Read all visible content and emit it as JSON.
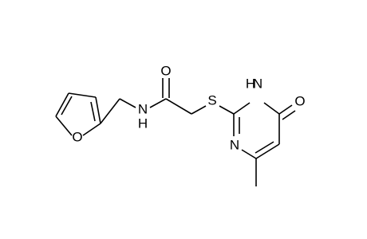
{
  "molecule": {
    "atoms": {
      "furan_o": "O",
      "amide_n": "N",
      "amide_nh": "H",
      "carbonyl_o": "O",
      "thioether_s": "S",
      "ring_nh_h": "H",
      "ring_nh_n": "N",
      "ring_n": "N",
      "keto_o": "O"
    }
  }
}
